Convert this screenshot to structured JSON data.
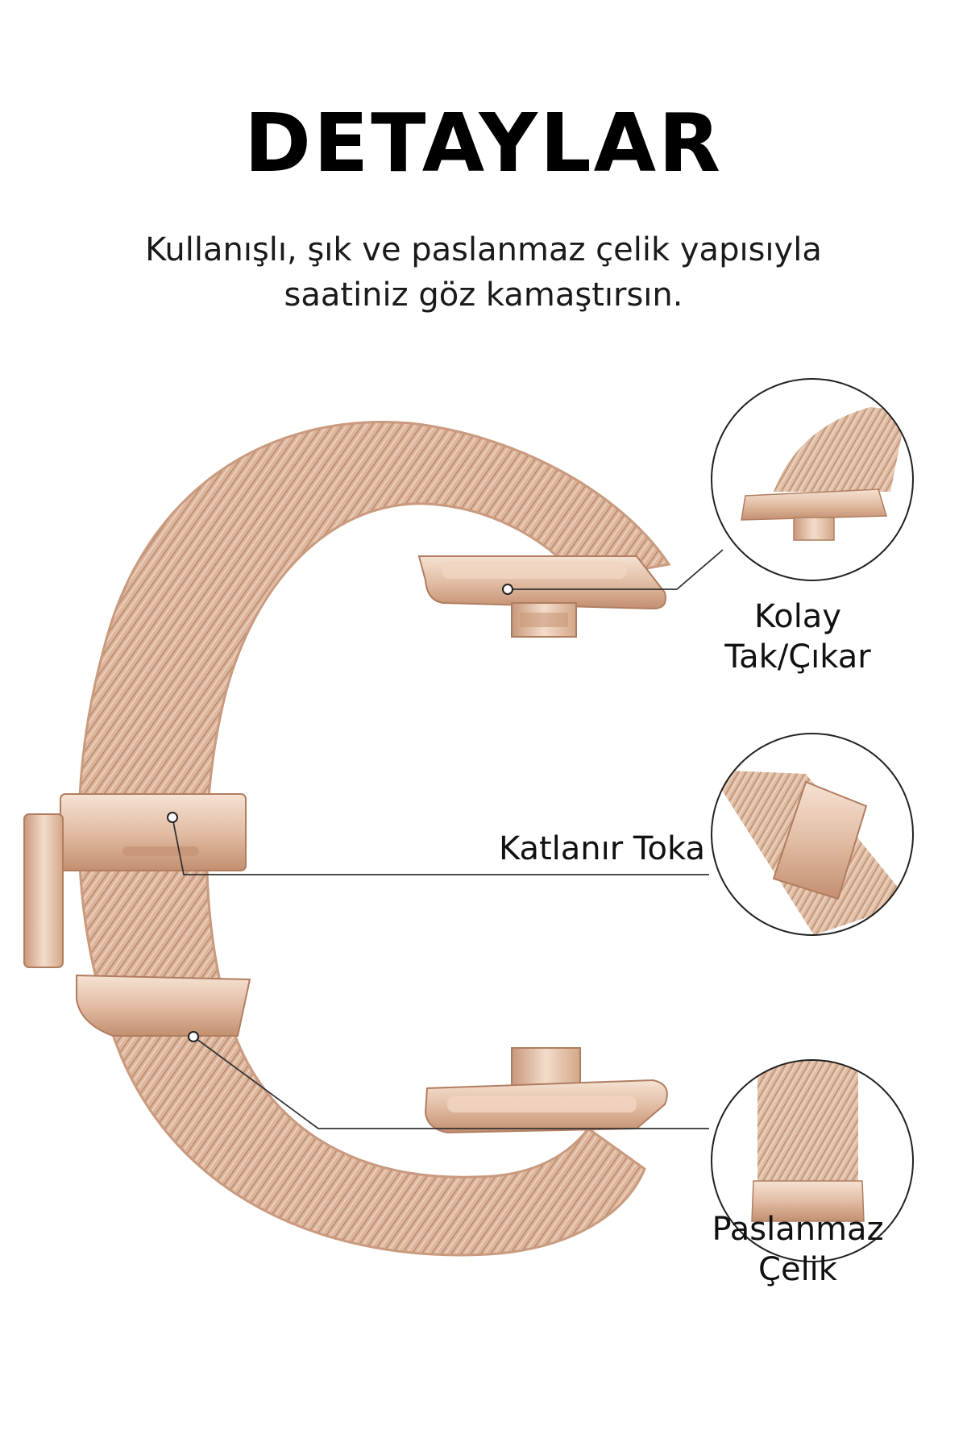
{
  "header": {
    "title": "DETAYLAR",
    "subtitle_line1": "Kullanışlı, şık ve paslanmaz çelik yapısıyla",
    "subtitle_line2": "saatiniz göz kamaştırsın."
  },
  "features": {
    "easy_attach": {
      "line1": "Kolay",
      "line2": "Tak/Çıkar"
    },
    "folding_clasp": {
      "label": "Katlanır Toka"
    },
    "stainless_steel": {
      "line1": "Paslanmaz",
      "line2": "Çelik"
    }
  },
  "colors": {
    "band_light": "#e8c9b3",
    "band_mid": "#d6ab8f",
    "band_dark": "#b88a6d",
    "metal_light": "#f3dccb",
    "metal_dark": "#c9987a",
    "leader_line": "#333333",
    "circle_border": "#222222",
    "background": "#ffffff"
  },
  "icons": {
    "band": "milanese-loop-band",
    "connector": "watch-connector",
    "clasp": "folding-clasp",
    "mesh": "steel-mesh"
  }
}
